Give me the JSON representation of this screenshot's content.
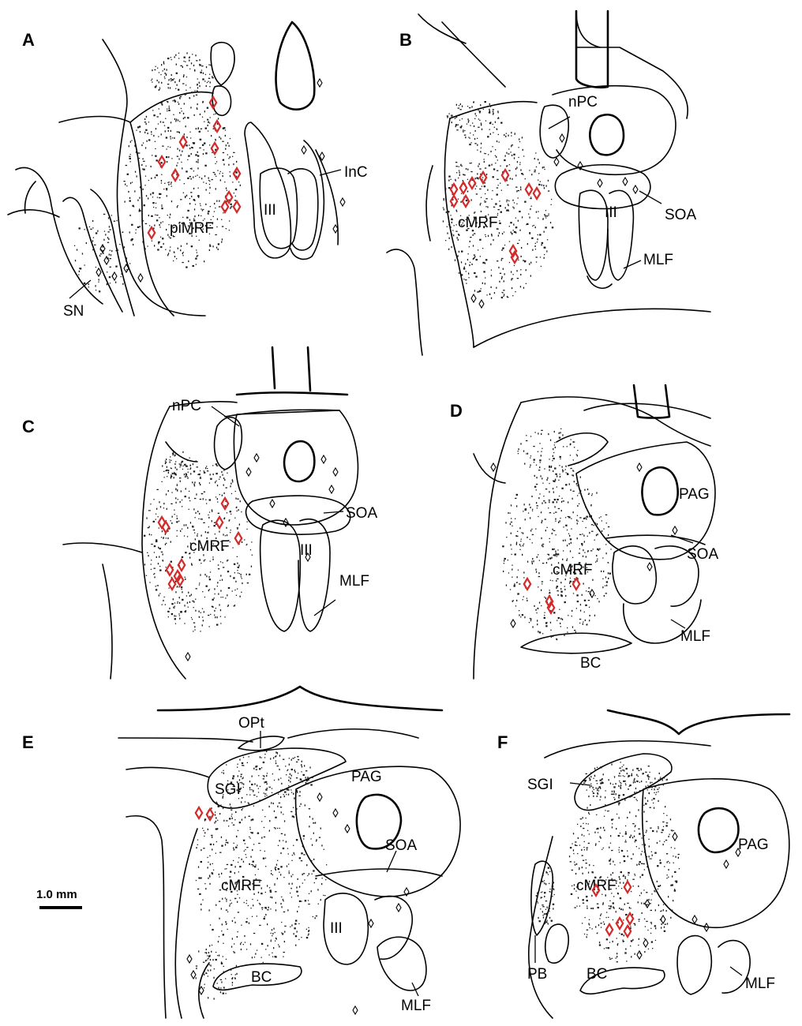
{
  "scale_bar": {
    "label": "1.0 mm"
  },
  "colors": {
    "labeled_cell": "#d42a2a",
    "cell": "#000000",
    "fibers": "#1a1a1a"
  },
  "panels": [
    {
      "letter": "A",
      "labels": [
        "piMRF",
        "InC",
        "III",
        "SN"
      ]
    },
    {
      "letter": "B",
      "labels": [
        "nPC",
        "cMRF",
        "III",
        "SOA",
        "MLF"
      ]
    },
    {
      "letter": "C",
      "labels": [
        "nPC",
        "SOA",
        "cMRF",
        "III",
        "MLF"
      ]
    },
    {
      "letter": "D",
      "labels": [
        "PAG",
        "SOA",
        "cMRF",
        "BC",
        "MLF"
      ]
    },
    {
      "letter": "E",
      "labels": [
        "OPt",
        "SGI",
        "PAG",
        "SOA",
        "cMRF",
        "III",
        "BC",
        "MLF"
      ]
    },
    {
      "letter": "F",
      "labels": [
        "SGI",
        "PAG",
        "cMRF",
        "PB",
        "BC",
        "MLF"
      ]
    }
  ]
}
